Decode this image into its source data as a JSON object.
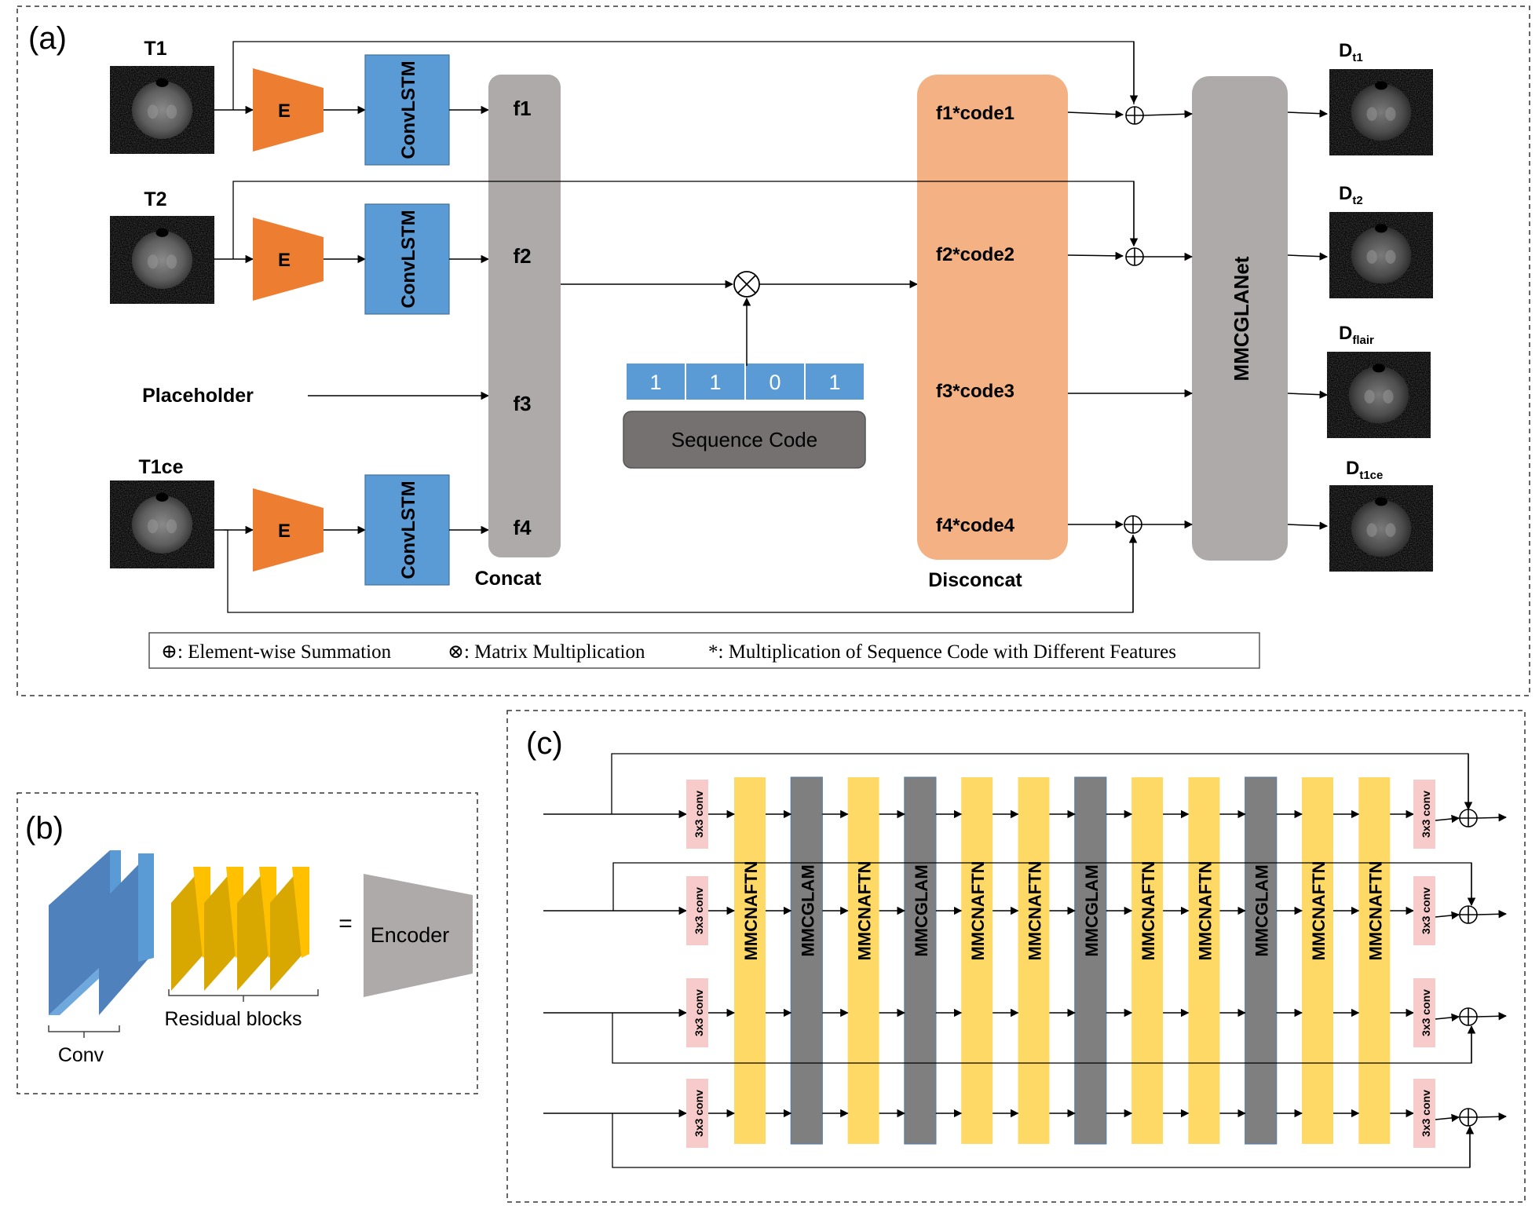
{
  "panel_a": {
    "label": "(a)",
    "inputs": [
      {
        "name": "T1"
      },
      {
        "name": "T2"
      },
      {
        "name": "Placeholder"
      },
      {
        "name": "T1ce"
      }
    ],
    "encoder_label": "E",
    "convlstm_label": "ConvLSTM",
    "features": [
      "f1",
      "f2",
      "f3",
      "f4"
    ],
    "concat_label": "Concat",
    "sequence_code": {
      "bits": [
        "1",
        "1",
        "0",
        "1"
      ],
      "label": "Sequence Code"
    },
    "coded_features": [
      "f1*code1",
      "f2*code2",
      "f3*code3",
      "f4*code4"
    ],
    "disconcat_label": "Disconcat",
    "network_label": "MMCGLANet",
    "outputs": [
      {
        "base": "D",
        "sub": "t1"
      },
      {
        "base": "D",
        "sub": "t2"
      },
      {
        "base": "D",
        "sub": "flair"
      },
      {
        "base": "D",
        "sub": "t1ce"
      }
    ],
    "legend": {
      "sum": "⊕: Element-wise Summation",
      "mul": "⊗: Matrix Multiplication",
      "star": "*: Multiplication of Sequence Code with Different Features"
    }
  },
  "panel_b": {
    "label": "(b)",
    "conv_label": "Conv",
    "residual_label": "Residual blocks",
    "equals": "=",
    "encoder_label": "Encoder"
  },
  "panel_c": {
    "label": "(c)",
    "conv_label": "3x3 conv",
    "blocks": [
      "MMCNAFTN",
      "MMCGLAM",
      "MMCNAFTN",
      "MMCGLAM",
      "MMCNAFTN",
      "MMCNAFTN",
      "MMCGLAM",
      "MMCNAFTN",
      "MMCNAFTN",
      "MMCGLAM",
      "MMCNAFTN",
      "MMCNAFTN"
    ]
  },
  "colors": {
    "encoder": "#ED7D31",
    "convlstm": "#5B9BD5",
    "gray_bar": "#AEAAAA",
    "coded": "#F4B183",
    "bit": "#5B9BD5",
    "seq_box": "#767171",
    "yellow": "#FFD966",
    "dark_gray": "#7F7F7F",
    "pink": "#F8CBCB",
    "conv_blue": "#4F81BD",
    "res_yellow": "#D8A800"
  }
}
